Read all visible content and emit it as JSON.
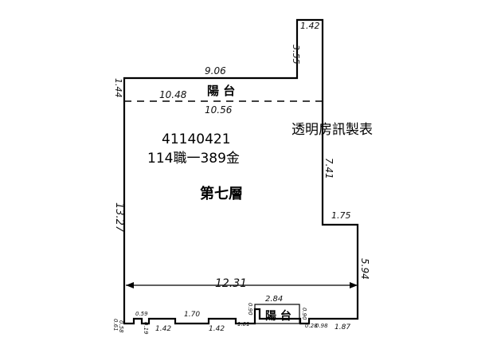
{
  "plan": {
    "case_id": "41140421",
    "doc_no": "114職一389金",
    "watermark": "透明房訊製表",
    "floor_label": "第七層",
    "balcony_top": "陽 台",
    "balcony_bottom": "陽 台"
  },
  "dimensions": {
    "top_right_width": "1.42",
    "top_right_height": "3.55",
    "top_width": "9.06",
    "top_left_height": "1.44",
    "dashed_left": "10.48",
    "dashed_right": "10.56",
    "right_upper": "7.41",
    "step_width": "1.75",
    "left_height": "13.27",
    "right_lower": "5.94",
    "total_width": "12.31",
    "bottom_balcony_width": "2.84",
    "bottom_notch_1": "0.59",
    "bottom_notch_2": "1.70",
    "bottom_seg_1": "1.42",
    "bottom_seg_2": "1.42",
    "bottom_seg_3": "1.01",
    "bottom_seg_4": "1.87",
    "bottom_left_a": "0.61",
    "bottom_left_b": "0.58",
    "bottom_left_c": "0.19",
    "bottom_balcony_left": "0.90",
    "bottom_balcony_right": "0.90",
    "bottom_right_a": "0.28",
    "bottom_right_b": "0.98"
  }
}
